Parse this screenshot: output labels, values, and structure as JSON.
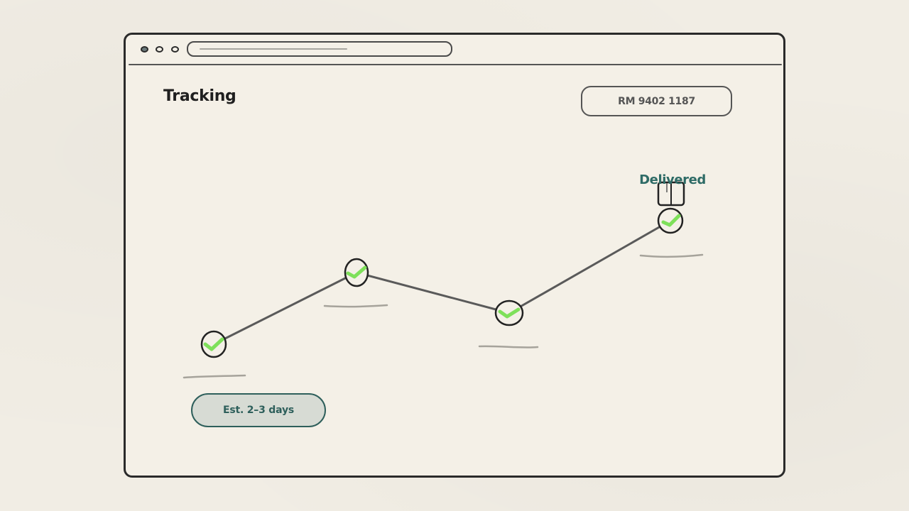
{
  "page": {
    "title": "Tracking",
    "tracking_number": "RM 9402 1187"
  },
  "timeline": {
    "steps": [
      {
        "state": "complete"
      },
      {
        "state": "complete"
      },
      {
        "state": "complete"
      },
      {
        "state": "complete",
        "label": "Delivered",
        "icon": "package-icon"
      }
    ]
  },
  "estimate": {
    "label": "Est. 2–3 days"
  },
  "colors": {
    "accent": "#2e6b66",
    "check": "#7ee05a",
    "ink": "#2a2a2a",
    "paper": "#f4f0e7"
  }
}
